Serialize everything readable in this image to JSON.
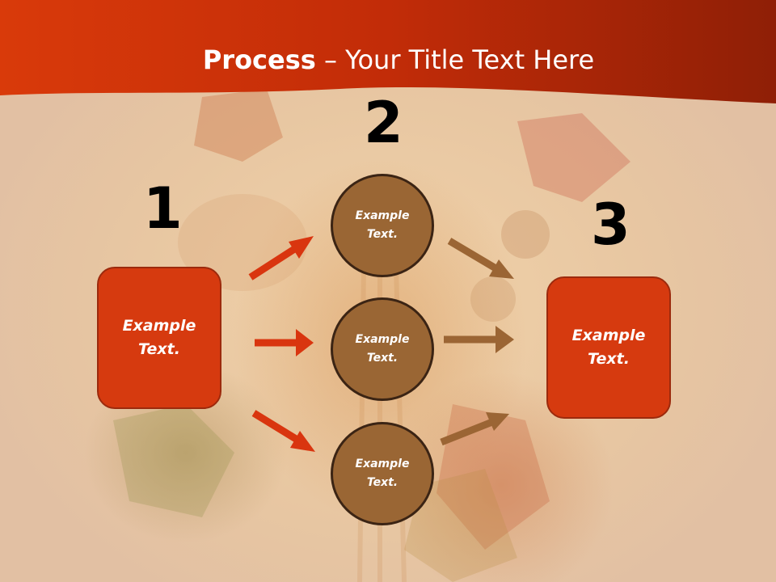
{
  "title": {
    "bold": "Process",
    "rest": " – Your Title Text Here"
  },
  "steps": [
    {
      "number": "1",
      "text": "Example\nText."
    },
    {
      "number": "2"
    },
    {
      "number": "3",
      "text": "Example\nText."
    }
  ],
  "circles": [
    {
      "text": "Example\nText."
    },
    {
      "text": "Example\nText."
    },
    {
      "text": "Example\nText."
    }
  ],
  "colors": {
    "header": "#c72e0a",
    "box_fill": "#d63a0f",
    "circle_fill": "#9a6634",
    "red_arrow": "#d9350f",
    "brown_arrow": "#9b6534"
  }
}
